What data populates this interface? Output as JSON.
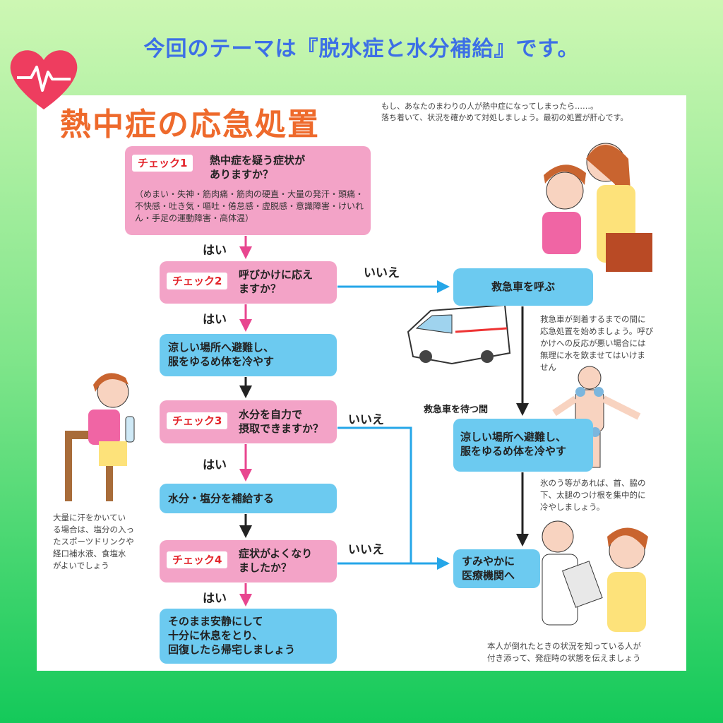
{
  "headline": "今回のテーマは『脱水症と水分補給』です。",
  "poster": {
    "title": "熱中症の応急処置",
    "intro": [
      "もし、あなたのまわりの人が熱中症になってしまったら……。",
      "落ち着いて、状況を確かめて対処しましょう。最初の処置が肝心です。"
    ],
    "check1": {
      "tag": "チェック1",
      "question": [
        "熱中症を疑う症状が",
        "ありますか？"
      ],
      "symptoms": "（めまい・失神・筋肉痛・筋肉の硬直・大量の発汗・頭痛・不快感・吐き気・嘔吐・倦怠感・虚脱感・意識障害・けいれん・手足の運動障害・高体温）"
    },
    "check2": {
      "tag": "チェック2",
      "question": [
        "呼びかけに応え",
        "ますか？"
      ]
    },
    "step_cool": [
      "涼しい場所へ避難し、",
      "服をゆるめ体を冷やす"
    ],
    "check3": {
      "tag": "チェック3",
      "question": [
        "水分を自力で",
        "摂取できますか？"
      ]
    },
    "step_water": "水分・塩分を補給する",
    "check4": {
      "tag": "チェック4",
      "question": [
        "症状がよくなり",
        "ましたか？"
      ]
    },
    "step_rest": [
      "そのまま安静にして",
      "十分に休息をとり、",
      "回復したら帰宅しましょう"
    ],
    "yes": "はい",
    "no": "いいえ",
    "call_ambulance": "救急車を呼ぶ",
    "wait_label": "救急車を待つ間",
    "right_cool": [
      "涼しい場所へ避難し、",
      "服をゆるめ体を冷やす"
    ],
    "hospital": [
      "すみやかに",
      "医療機関へ"
    ],
    "note_ambulance": [
      "救急車が到着するまでの間に",
      "応急処置を始めましょう。呼び",
      "かけへの反応が悪い場合には",
      "無理に水を飲ませてはいけま",
      "せん"
    ],
    "note_ice": [
      "氷のう等があれば、首、脇の",
      "下、太腿のつけ根を集中的に",
      "冷やしましょう。"
    ],
    "note_sweat": [
      "大量に汗をかいてい",
      "る場合は、塩分の入っ",
      "たスポーツドリンクや",
      "経口補水液、食塩水",
      "がよいでしょう"
    ],
    "note_witness": [
      "本人が倒れたときの状況を知っている人が",
      "付き添って、発症時の状態を伝えましょう"
    ]
  },
  "colors": {
    "pink": "#f3a3c7",
    "blue": "#6ccaf0",
    "title": "#ee6a2c",
    "headline": "#3d6fe6",
    "arrow_pink": "#e8468f",
    "arrow_blue": "#25a6e8"
  }
}
